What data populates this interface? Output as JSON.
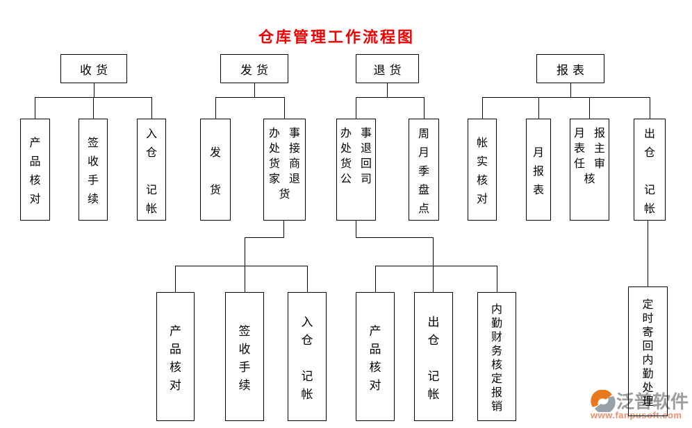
{
  "title": "仓库管理工作流程图",
  "colors": {
    "title": "#ee0000",
    "line": "#000000"
  },
  "flow": {
    "receiving": {
      "header": "收货",
      "children": {
        "check": "产品核对",
        "sign": "签收手续",
        "in_book": "入仓 记帐"
      }
    },
    "shipping": {
      "header": "发货",
      "children": {
        "ship": "发 货",
        "office_receive_return": "办事处接货商家退货"
      },
      "sub": {
        "check": "产品核对",
        "sign": "签收手续",
        "in_book": "入仓 记帐"
      }
    },
    "returns": {
      "header": "退货",
      "children": {
        "office_return": "办事处退货回公司",
        "inventory": "周月季盘点"
      },
      "sub": {
        "check": "产品核对",
        "out_book": "出仓 记帐",
        "finance": "内勤财务核定报销"
      }
    },
    "reports": {
      "header": "报表",
      "children": {
        "account_check": "帐实核对",
        "monthly": "月报表",
        "review": "月报表主任审核",
        "out_book": "出仓 记帐"
      },
      "sub": {
        "mail_back": "定时寄回内勤处理"
      }
    }
  },
  "watermark": {
    "brand": "泛普软件",
    "url": "www.fanpusoft.com",
    "brand_color": "#9c9c9c",
    "url_color": "#ee8c6e",
    "logo_orange": "#e8791e",
    "logo_gray": "#98a0a8"
  }
}
